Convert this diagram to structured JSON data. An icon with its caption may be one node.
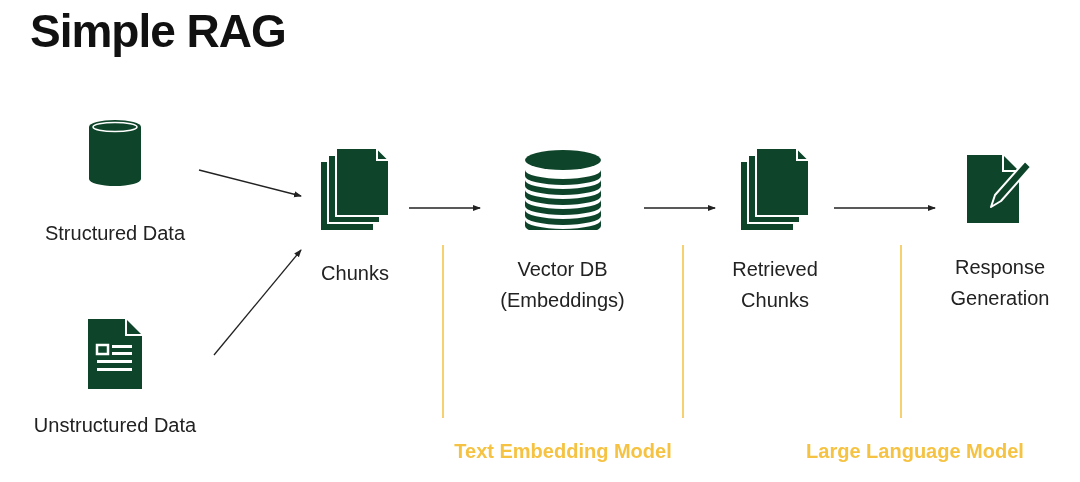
{
  "diagram": {
    "title": "Simple RAG",
    "nodes": [
      {
        "text": [
          "Structured Data"
        ]
      },
      {
        "text": [
          "Unstructured Data"
        ]
      },
      {
        "text": [
          "Chunks"
        ]
      },
      {
        "text": [
          "Vector DB (Embeddings)"
        ]
      },
      {
        "text": [
          "Retrieved Chunks"
        ]
      },
      {
        "text": [
          "Response Generation"
        ]
      }
    ],
    "edges": [
      {
        "from": 0,
        "to": 2,
        "arrow": "to"
      },
      {
        "from": 1,
        "to": 2,
        "arrow": "to"
      },
      {
        "from": 2,
        "to": 3,
        "arrow": "to"
      },
      {
        "from": 3,
        "to": 4,
        "arrow": "to"
      },
      {
        "from": 4,
        "to": 5,
        "arrow": "to"
      }
    ],
    "labels": [
      "Text Embedding Model",
      "Large Language Model"
    ]
  }
}
